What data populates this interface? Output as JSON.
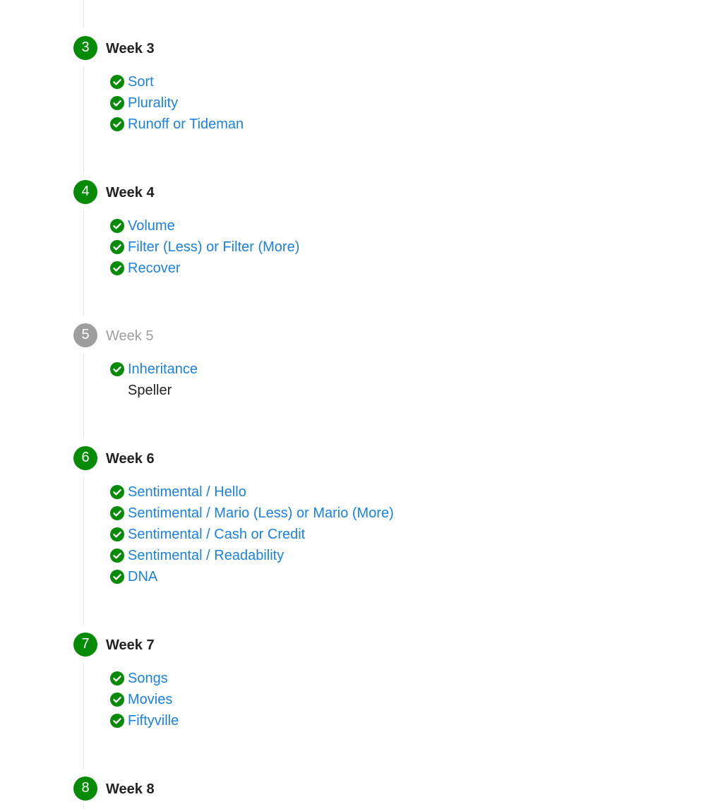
{
  "weeks": [
    {
      "number": "3",
      "title": "Week 3",
      "status": "complete",
      "items": [
        {
          "label": "Sort",
          "done": true,
          "link": true
        },
        {
          "label": "Plurality",
          "done": true,
          "link": true
        },
        {
          "label": "Runoff or Tideman",
          "done": true,
          "link": true
        }
      ]
    },
    {
      "number": "4",
      "title": "Week 4",
      "status": "complete",
      "items": [
        {
          "label": "Volume",
          "done": true,
          "link": true
        },
        {
          "label": "Filter (Less) or Filter (More)",
          "done": true,
          "link": true
        },
        {
          "label": "Recover",
          "done": true,
          "link": true
        }
      ]
    },
    {
      "number": "5",
      "title": "Week 5",
      "status": "incomplete",
      "items": [
        {
          "label": "Inheritance",
          "done": true,
          "link": true
        },
        {
          "label": "Speller",
          "done": false,
          "link": false
        }
      ]
    },
    {
      "number": "6",
      "title": "Week 6",
      "status": "complete",
      "items": [
        {
          "label": "Sentimental / Hello",
          "done": true,
          "link": true
        },
        {
          "label": "Sentimental / Mario (Less) or Mario (More)",
          "done": true,
          "link": true
        },
        {
          "label": "Sentimental / Cash or Credit",
          "done": true,
          "link": true
        },
        {
          "label": "Sentimental / Readability",
          "done": true,
          "link": true
        },
        {
          "label": "DNA",
          "done": true,
          "link": true
        }
      ]
    },
    {
      "number": "7",
      "title": "Week 7",
      "status": "complete",
      "items": [
        {
          "label": "Songs",
          "done": true,
          "link": true
        },
        {
          "label": "Movies",
          "done": true,
          "link": true
        },
        {
          "label": "Fiftyville",
          "done": true,
          "link": true
        }
      ]
    },
    {
      "number": "8",
      "title": "Week 8",
      "status": "complete",
      "items": []
    }
  ],
  "colors": {
    "complete": "#058b05",
    "incomplete": "#9e9e9e",
    "link": "#1a82e2",
    "check": "#058b05"
  },
  "icons": {
    "check": "check-circle-icon"
  }
}
